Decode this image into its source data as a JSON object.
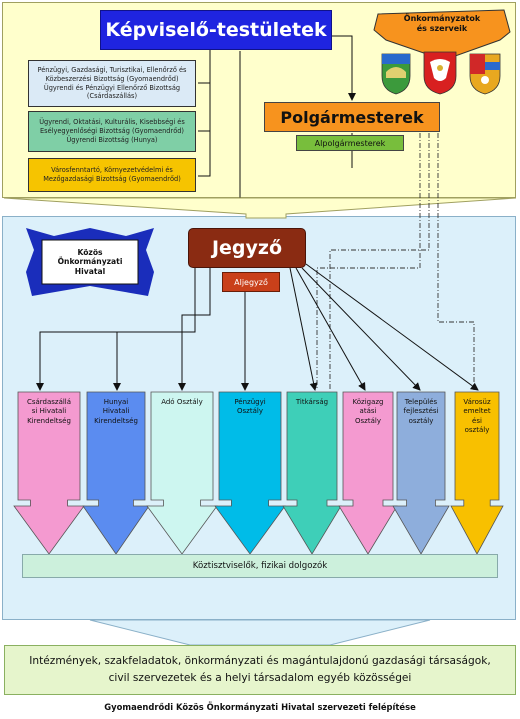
{
  "council": {
    "title": "Képviselő-testületek"
  },
  "committees": [
    {
      "lines": [
        "Pénzügyi, Gazdasági, Turisztikai, Ellenőrző és",
        "Közbeszerzési Bizottság (Gyomaendrőd)",
        "Ügyrendi és Pénzügyi Ellenőrző Bizottság",
        "(Csárdaszállás)"
      ]
    },
    {
      "lines": [
        "Ügyrendi, Oktatási, Kulturális, Kisebbségi és",
        "Esélyegyenlőségi Bizottság (Gyomaendrőd)",
        "Ügyrendi Bizottság (Hunya)"
      ]
    },
    {
      "lines": [
        "Városfenntartó, Környezetvédelmi és",
        "Mezőgazdasági Bizottság (Gyomaendrőd)"
      ]
    }
  ],
  "local_gov": {
    "line1": "Önkormányzatok",
    "line2": "és szerveik"
  },
  "mayors": {
    "title": "Polgármesterek",
    "deputy": "Alpolgármesterek"
  },
  "office": {
    "line1": "Közös",
    "line2": "Önkormányzati",
    "line3": "Hivatal"
  },
  "notary": {
    "title": "Jegyző",
    "deputy": "Aljegyző"
  },
  "departments": [
    {
      "lines": [
        "Csárdaszállá",
        "si Hivatali",
        "Kirendeltség"
      ],
      "color": "#f49ad0"
    },
    {
      "lines": [
        "Hunyai",
        "Hivatali",
        "Kirendeltség"
      ],
      "color": "#5b8cf0"
    },
    {
      "lines": [
        "Adó Osztály"
      ],
      "color": "#cdf6f0"
    },
    {
      "lines": [
        "Pénzügyi",
        "Osztály"
      ],
      "color": "#00bce8"
    },
    {
      "lines": [
        "Titkárság"
      ],
      "color": "#3ecfb8"
    },
    {
      "lines": [
        "Közigazg",
        "atási",
        "Osztály"
      ],
      "color": "#f49ad0"
    },
    {
      "lines": [
        "Település",
        "fejlesztési",
        "osztály"
      ],
      "color": "#8eaedc"
    },
    {
      "lines": [
        "Városüz",
        "emeltet",
        "ési",
        "osztály"
      ],
      "color": "#f8c000"
    }
  ],
  "staff": "Köztisztviselők, fizikai dolgozók",
  "institutions": {
    "line1": "Intézmények, szakfeladatok, önkormányzati és magántulajdonú gazdasági társaságok,",
    "line2": "civil szervezetek és a helyi társadalom egyéb közösségei"
  },
  "caption": "Gyomaendrődi Közös Önkormányzati Hivatal szervezeti felépítése",
  "colors": {
    "council": "#1f24e0",
    "mayors": "#f7931e",
    "deputy_mayors": "#78be3c",
    "notary": "#8a2b12",
    "deputy_notary": "#c9401a",
    "top_bg": "#ffffcc",
    "mid_bg": "#dcf0fa"
  }
}
